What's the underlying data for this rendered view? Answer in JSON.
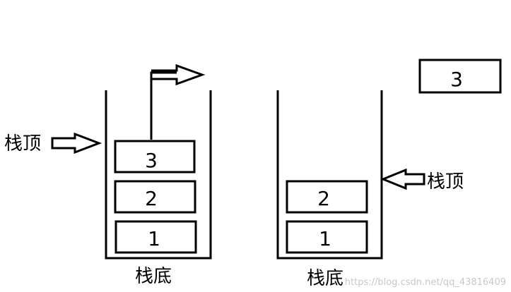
{
  "colors": {
    "stroke": "#000000",
    "background": "#ffffff",
    "watermark": "#c8c8c8"
  },
  "left_stack": {
    "items": [
      "3",
      "2",
      "1"
    ],
    "top_label": "栈顶",
    "bottom_label": "栈底"
  },
  "right_stack": {
    "items": [
      "2",
      "1"
    ],
    "top_label": "栈顶",
    "bottom_label": "栈底"
  },
  "popped_item": "3",
  "watermark": "https://blog.csdn.net/qq_43816409"
}
